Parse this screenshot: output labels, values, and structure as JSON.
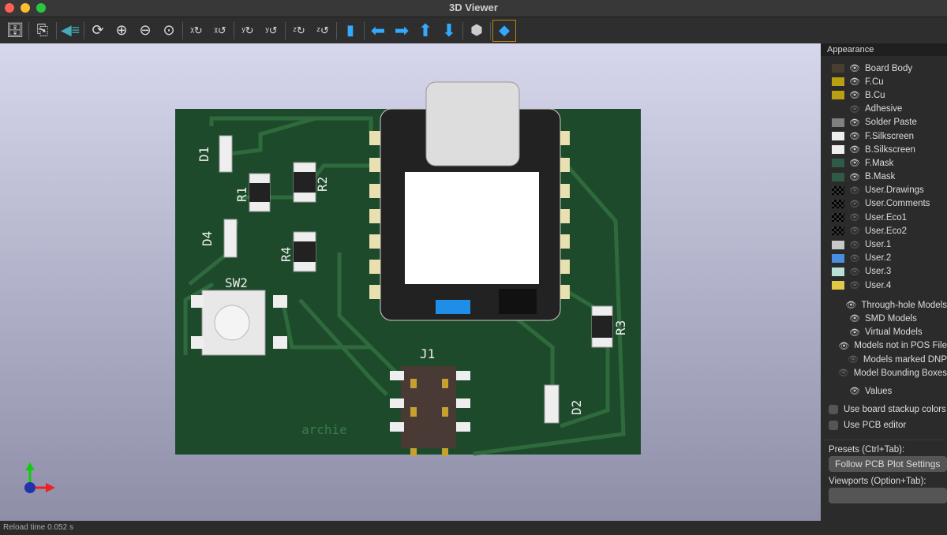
{
  "window": {
    "title": "3D Viewer"
  },
  "toolbar": {
    "icons": [
      "reload-export-icon",
      "copy-icon",
      "raytrace-icon",
      "refresh-icon",
      "zoom-in-icon",
      "zoom-out-icon",
      "zoom-fit-icon",
      "rotate-x-cw-icon",
      "rotate-x-ccw-icon",
      "rotate-y-cw-icon",
      "rotate-y-ccw-icon",
      "rotate-z-cw-icon",
      "rotate-z-ccw-icon",
      "flip-board-icon",
      "move-left-icon",
      "move-right-icon",
      "move-up-icon",
      "move-down-icon",
      "ortho-icon",
      "layers-icon"
    ]
  },
  "board": {
    "silk_labels": {
      "d1": "D1",
      "r1": "R1",
      "r2": "R2",
      "d4": "D4",
      "r4": "R4",
      "sw2": "SW2",
      "j1": "J1",
      "r3": "R3",
      "d2": "D2",
      "archie": "archie"
    }
  },
  "panel": {
    "title": "Appearance",
    "layers": [
      {
        "name": "Board Body",
        "color": "#4a3f2e",
        "visible": true
      },
      {
        "name": "F.Cu",
        "color": "#b8a012",
        "visible": true
      },
      {
        "name": "B.Cu",
        "color": "#b8a012",
        "visible": true
      },
      {
        "name": "Adhesive",
        "color": "",
        "visible": false
      },
      {
        "name": "Solder Paste",
        "color": "#808080",
        "visible": true
      },
      {
        "name": "F.Silkscreen",
        "color": "#eeeeee",
        "visible": true
      },
      {
        "name": "B.Silkscreen",
        "color": "#eeeeee",
        "visible": true
      },
      {
        "name": "F.Mask",
        "color": "#2f5a45",
        "visible": true
      },
      {
        "name": "B.Mask",
        "color": "#2f5a45",
        "visible": true
      },
      {
        "name": "User.Drawings",
        "color": "checker",
        "visible": false
      },
      {
        "name": "User.Comments",
        "color": "checker",
        "visible": false
      },
      {
        "name": "User.Eco1",
        "color": "checker",
        "visible": false
      },
      {
        "name": "User.Eco2",
        "color": "checker",
        "visible": false
      },
      {
        "name": "User.1",
        "color": "#c8c8c8",
        "visible": false
      },
      {
        "name": "User.2",
        "color": "#4a8ee0",
        "visible": false
      },
      {
        "name": "User.3",
        "color": "#b8e0d8",
        "visible": false
      },
      {
        "name": "User.4",
        "color": "#e0c848",
        "visible": false
      }
    ],
    "models": [
      {
        "name": "Through-hole Models",
        "visible": true
      },
      {
        "name": "SMD Models",
        "visible": true
      },
      {
        "name": "Virtual Models",
        "visible": true
      },
      {
        "name": "Models not in POS File",
        "visible": true
      },
      {
        "name": "Models marked DNP",
        "visible": false
      },
      {
        "name": "Model Bounding Boxes",
        "visible": false
      }
    ],
    "values": {
      "name": "Values",
      "visible": true
    },
    "use_stackup": "Use board stackup colors",
    "use_pcb_editor": "Use PCB editor",
    "presets_label": "Presets (Ctrl+Tab):",
    "presets_value": "Follow PCB Plot Settings",
    "viewports_label": "Viewports (Option+Tab):",
    "viewports_value": ""
  },
  "status": {
    "text": "Reload time 0.052 s"
  }
}
